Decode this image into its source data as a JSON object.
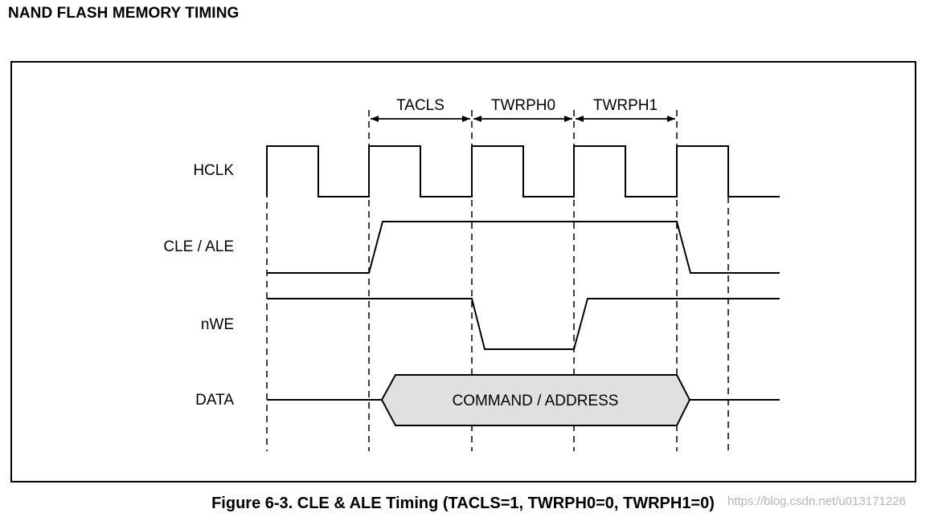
{
  "heading": "NAND FLASH MEMORY TIMING",
  "caption": "Figure 6-3. CLE & ALE Timing (TACLS=1, TWRPH0=0, TWRPH1=0)",
  "watermark": "https://blog.csdn.net/u013171226",
  "signals": {
    "hclk": "HCLK",
    "cle_ale": "CLE / ALE",
    "nwe": "nWE",
    "data": "DATA"
  },
  "intervals": {
    "tacls": "TACLS",
    "twrph0": "TWRPH0",
    "twrph1": "TWRPH1"
  },
  "data_label": "COMMAND / ADDRESS",
  "colors": {
    "line": "#000000",
    "data_fill": "#e0e0e0"
  }
}
